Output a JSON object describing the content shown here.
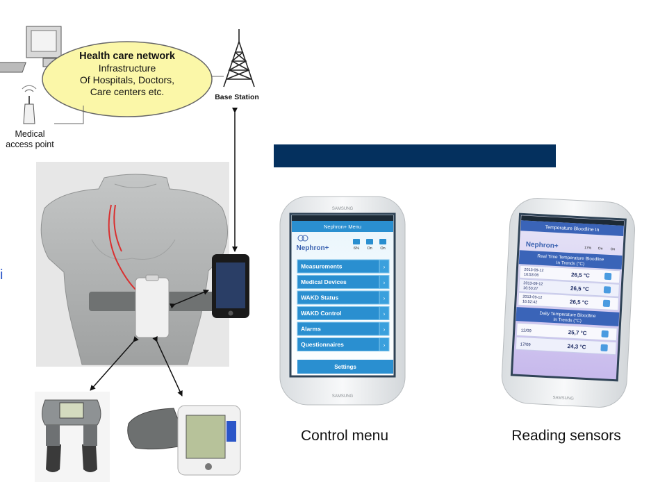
{
  "network": {
    "title": "Health care network",
    "lines": [
      "Infrastructure",
      "Of Hospitals, Doctors,",
      "Care centers etc."
    ]
  },
  "base_station": {
    "label": "Base Station"
  },
  "access_point": {
    "lines": [
      "Medical",
      "access point"
    ]
  },
  "left_marker": "i",
  "phone_left": {
    "brand": "SAMSUNG",
    "header": "Nephron+ Menu",
    "logo": "Nephron+",
    "status": [
      "6%",
      "On",
      "On"
    ],
    "menu": [
      "Measurements",
      "Medical Devices",
      "WAKD Status",
      "WAKD Control",
      "Alarms",
      "Questionnaires"
    ],
    "settings": "Settings"
  },
  "phone_right": {
    "brand": "SAMSUNG",
    "header": "Temperature Bloodline In",
    "logo": "Nephron+",
    "status": [
      "17%",
      "On",
      "On"
    ],
    "realtime_header": [
      "Real Time Temperature Bloodline",
      "In Trends (°C)"
    ],
    "realtime_rows": [
      {
        "date": "2013-09-12",
        "time": "16:53:06",
        "value": "26,5 °C"
      },
      {
        "date": "2013-09-12",
        "time": "16:53:27",
        "value": "26,5 °C"
      },
      {
        "date": "2013-09-12",
        "time": "16:52:42",
        "value": "26,5 °C"
      }
    ],
    "daily_header": [
      "Daily Temperature Bloodline",
      "In Trends (°C)"
    ],
    "daily_rows": [
      {
        "date": "12/09",
        "value": "25,7 °C"
      },
      {
        "date": "17/09",
        "value": "24,3 °C"
      }
    ]
  },
  "captions": {
    "left": "Control menu",
    "right": "Reading sensors"
  },
  "colors": {
    "banner": "#04305e",
    "ellipse": "#fbf7a8",
    "menu_item": "#2a8fd0",
    "menu_border": "#7ec3ea"
  }
}
